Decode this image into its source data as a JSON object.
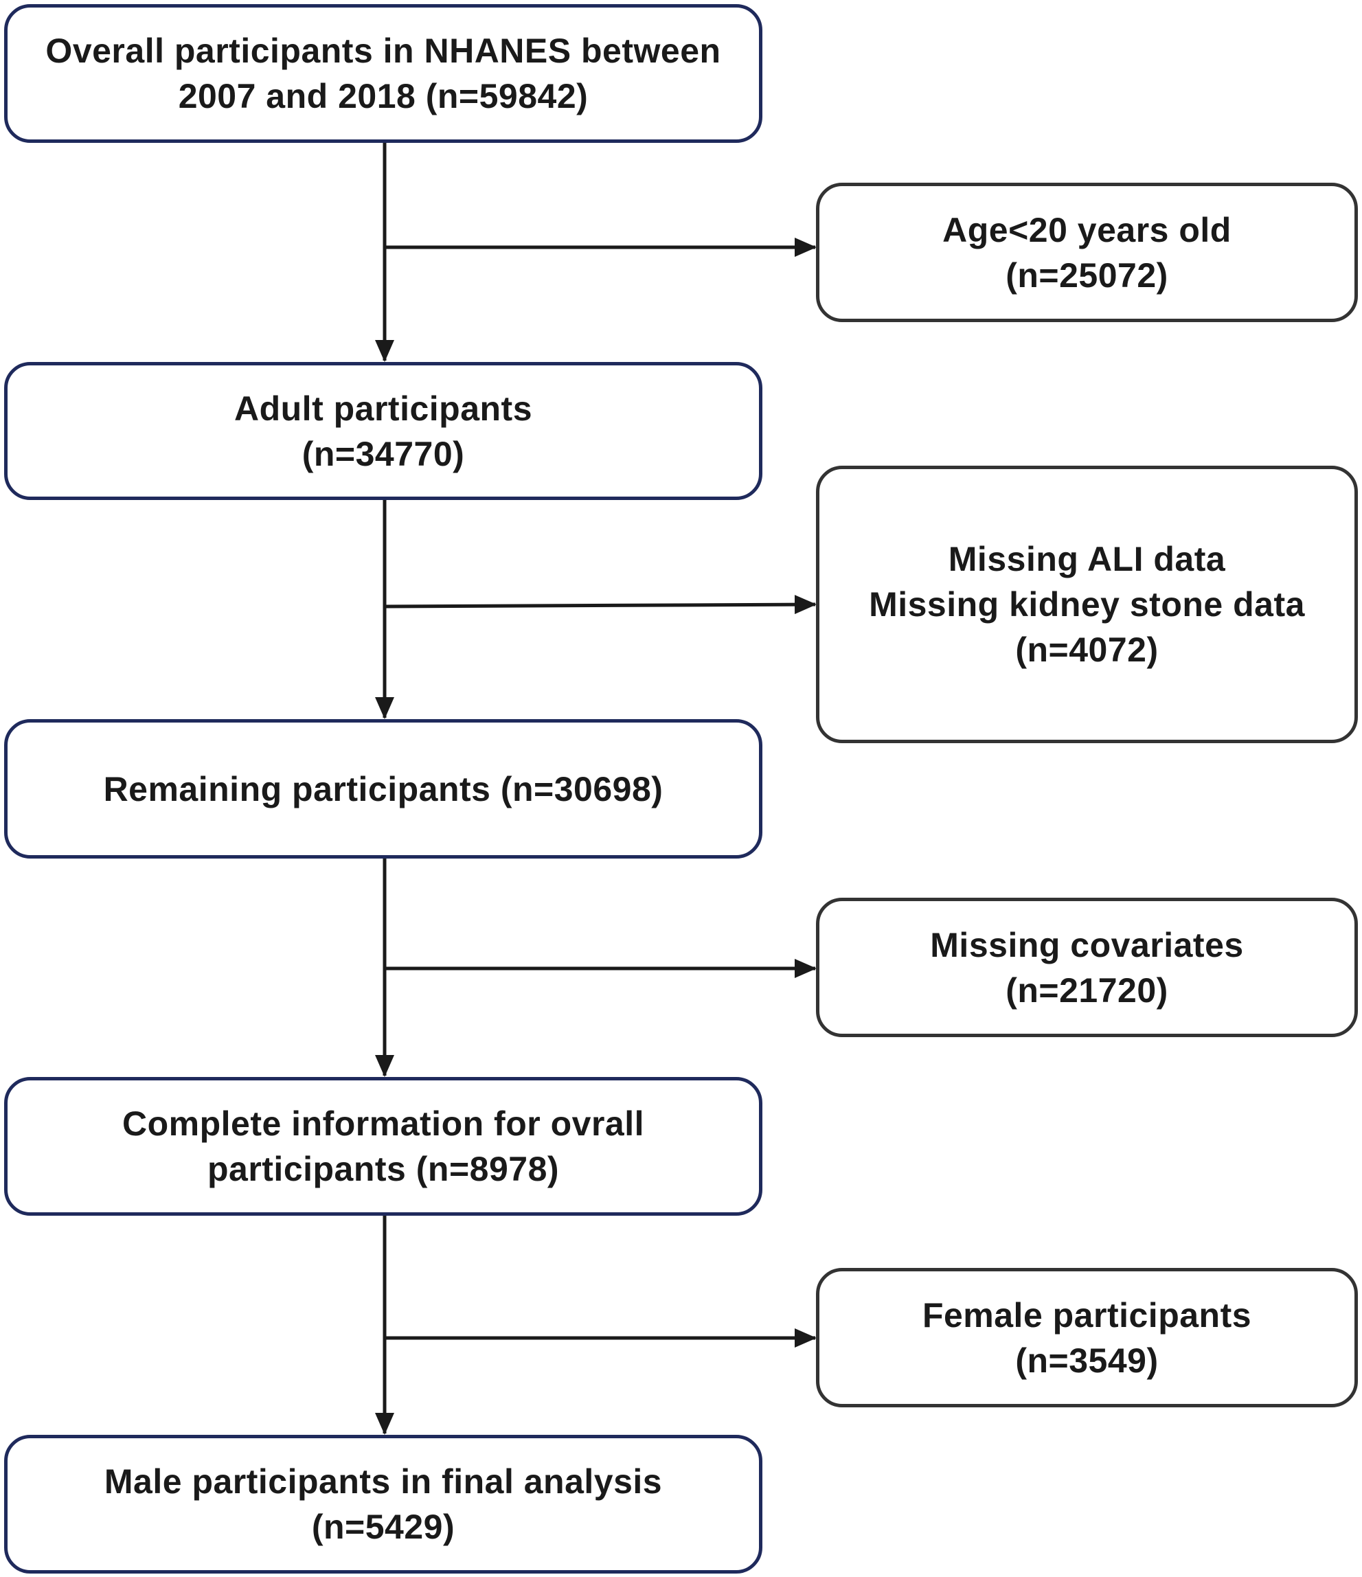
{
  "colors": {
    "main_border": "#1f2a5c",
    "side_border": "#333333",
    "connector": "#1a1a1a",
    "text": "#1a1a1a"
  },
  "flow": {
    "overall": {
      "line1": "Overall participants in NHANES between",
      "line2": "2007 and 2018 (n=59842)"
    },
    "adult": {
      "line1": "Adult participants",
      "line2": "(n=34770)"
    },
    "remaining": {
      "line1": "Remaining participants (n=30698)"
    },
    "complete": {
      "line1": "Complete information for ovrall",
      "line2": "participants (n=8978)"
    },
    "male": {
      "line1": "Male participants in final analysis",
      "line2": "(n=5429)"
    }
  },
  "exclusions": {
    "age": {
      "line1": "Age<20 years old",
      "line2": "(n=25072)"
    },
    "missing_data": {
      "line1": "Missing ALI data",
      "line2": "Missing kidney stone data",
      "line3": "(n=4072)"
    },
    "covariates": {
      "line1": "Missing covariates",
      "line2": "(n=21720)"
    },
    "female": {
      "line1": "Female participants",
      "line2": "(n=3549)"
    }
  }
}
